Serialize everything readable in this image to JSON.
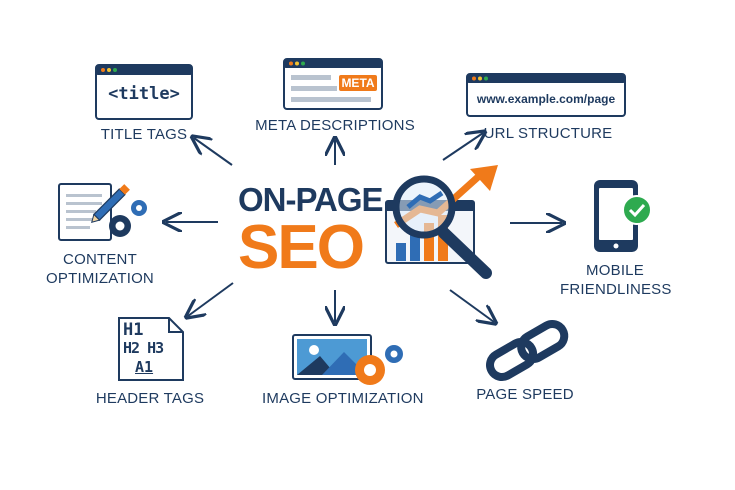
{
  "center": {
    "line1": "ON-PAGE",
    "line2": "SEO"
  },
  "nodes": {
    "title_tags": {
      "icon_text": "<title>",
      "label": "TITLE TAGS"
    },
    "meta_descriptions": {
      "icon_text": "META",
      "label": "META DESCRIPTIONS"
    },
    "url_structure": {
      "icon_text": "www.example.com/page",
      "label": "URL STRUCTURE"
    },
    "content_optimization": {
      "label_line1": "CONTENT",
      "label_line2": "OPTIMIZATION"
    },
    "mobile_friendliness": {
      "label_line1": "MOBILE",
      "label_line2": "FRIENDLINESS"
    },
    "header_tags": {
      "h1": "H1",
      "h2h3": "H2 H3",
      "a1": "A1",
      "label": "HEADER TAGS"
    },
    "image_optimization": {
      "label": "IMAGE OPTIMIZATION"
    },
    "page_speed": {
      "label": "PAGE SPEED"
    }
  },
  "colors": {
    "navy": "#1e3a5f",
    "orange": "#f07a1a",
    "blue": "#2f6db5",
    "green": "#2eaa4f",
    "gray": "#b9c3cf"
  }
}
